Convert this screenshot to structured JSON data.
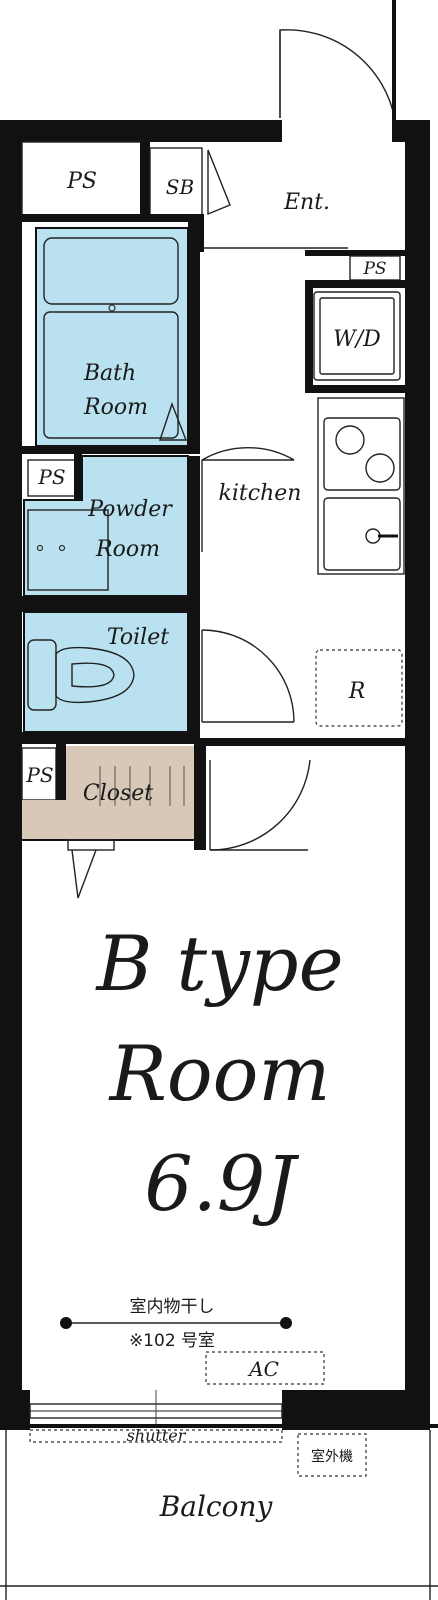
{
  "plan": {
    "rooms": {
      "ps_top": "PS",
      "sb": "SB",
      "entrance": "Ent.",
      "ps_right": "PS",
      "washer": "W/D",
      "bath_line1": "Bath",
      "bath_line2": "Room",
      "ps_mid": "PS",
      "powder_line1": "Powder",
      "powder_line2": "Room",
      "kitchen": "kitchen",
      "toilet": "Toilet",
      "refrigerator": "R",
      "ps_closet": "PS",
      "closet": "Closet",
      "main_line1": "B type",
      "main_line2": "Room",
      "main_line3": "6.9J",
      "drying_line1": "室内物干し",
      "drying_line2": "※102 号室",
      "ac": "AC",
      "shutter": "shutter",
      "outdoor_unit": "室外機",
      "balcony": "Balcony"
    },
    "colors": {
      "wet_area": "#b9e1ef",
      "closet": "#d8c8b8",
      "wall": "#111111"
    }
  }
}
